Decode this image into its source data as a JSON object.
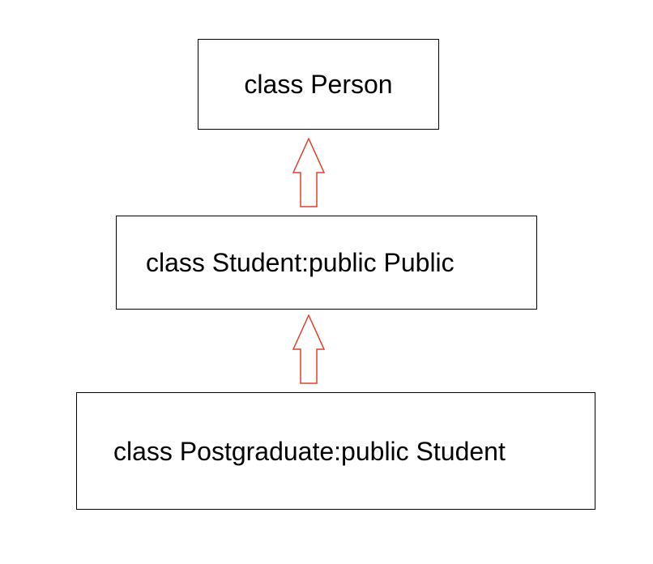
{
  "classes": {
    "person": "class Person",
    "student": "class Student:public Public",
    "postgraduate": "class Postgraduate:public Student"
  },
  "colors": {
    "box_border": "#000000",
    "arrow_stroke": "#e0402a",
    "text": "#000000"
  },
  "icons": {
    "arrow": "hollow-up-arrow-icon"
  }
}
